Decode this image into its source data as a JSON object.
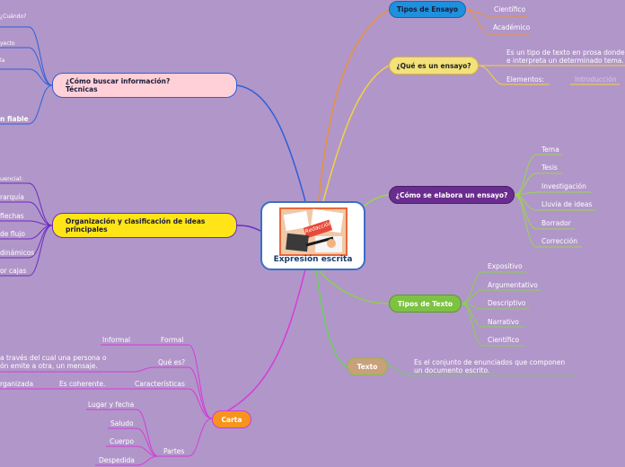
{
  "central": {
    "title": "Expresión escrita",
    "image_label": "Redacción"
  },
  "right": {
    "tipos_ensayo": {
      "label": "Tipos de Ensayo",
      "children": [
        "Científico",
        "Académico"
      ]
    },
    "que_es_ensayo": {
      "label": "¿Qué es un ensayo?",
      "definition_line1": "Es un tipo de texto en prosa donde",
      "definition_line2": "e interpreta un determinado tema.",
      "elements_label": "Elementos:",
      "elements_value": "Introducción"
    },
    "como_elabora": {
      "label": "¿Cómo se elabora un ensayo?",
      "children": [
        "Tema",
        "Tesis",
        "Investigación",
        "Lluvia de ideas",
        "Borrador",
        "Corrección"
      ]
    },
    "tipos_texto": {
      "label": "Tipos de Texto",
      "children": [
        "Expositivo",
        "Argumentativo",
        "Descriptivo",
        "Narrativo",
        "Científico"
      ]
    },
    "texto": {
      "label": "Texto",
      "definition_line1": "Es el conjunto de enunciados que componen",
      "definition_line2": "un documento escrito."
    }
  },
  "left": {
    "buscar_info": {
      "label_line1": "¿Cómo buscar información?",
      "label_line2": "Técnicas",
      "partial_items": [
        "¿Cuándo?",
        "yecto",
        "la",
        "n fiable"
      ]
    },
    "organizacion": {
      "label_line1": "Organización y clasificación de ideas",
      "label_line2": "principales",
      "partial_items": [
        "uencial:",
        "rarquía",
        "flechas",
        "de flujo",
        "dinámicos",
        "or cajas"
      ]
    },
    "carta": {
      "label": "Carta",
      "formal": {
        "label": "Formal",
        "child": "Informal"
      },
      "que_es": {
        "label": "Qué es?",
        "line1": "a través del cual una persona o",
        "line2": "ón emite a otra, un mensaje."
      },
      "caracteristicas": {
        "label": "Características",
        "child": "Es coherente.",
        "grandchild": "rganizada"
      },
      "partes": {
        "label": "Partes",
        "children": [
          "Lugar y fecha",
          "Saludo",
          "Cuerpo",
          "Despedida"
        ]
      }
    }
  },
  "colors": {
    "background": "#b196c9",
    "tipos_ensayo": "#1e90dc",
    "que_es_ensayo": "#f3e27a",
    "como_elabora": "#6a2c8e",
    "tipos_texto": "#7dc242",
    "texto": "#c9a07a",
    "buscar_info": "#ffd0d8",
    "organizacion": "#ffe417",
    "carta": "#f7941d",
    "line_blue": "#2f5fd8",
    "line_orange": "#e8923a",
    "line_yellow": "#f2d43c",
    "line_green": "#8bd14a",
    "line_magenta": "#d43cd8",
    "line_purple": "#6a2cc0"
  }
}
